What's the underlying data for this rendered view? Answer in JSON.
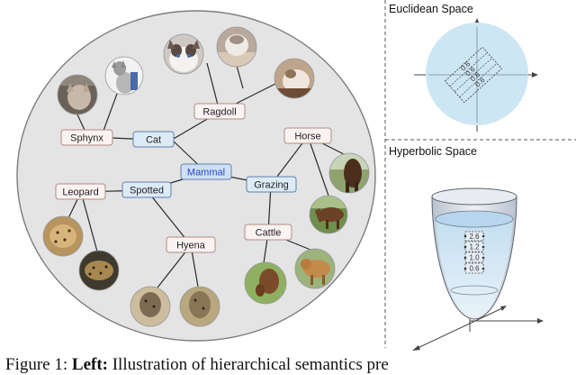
{
  "hierarchy": {
    "root": "Mammal",
    "nodes": {
      "cat": "Cat",
      "ragdoll": "Ragdoll",
      "sphynx": "Sphynx",
      "spotted": "Spotted",
      "leopard": "Leopard",
      "hyena": "Hyena",
      "grazing": "Grazing",
      "horse": "Horse",
      "cattle": "Cattle"
    }
  },
  "euclidean": {
    "title": "Euclidean Space",
    "ticks": [
      "0.6",
      "0.6",
      "0.6",
      "0.6"
    ]
  },
  "hyperbolic": {
    "title": "Hyperbolic Space",
    "ticks": [
      "2.6",
      "1.2",
      "1.0",
      "0.6"
    ]
  },
  "caption": {
    "prefix": "Figure 1: ",
    "bold": "Left:",
    "text": " Illustration of hierarchical semantics pre"
  },
  "colors": {
    "root_fill": "#cfe0f5",
    "root_text": "#2b45c8",
    "group_fill": "#ddebf7",
    "leaf_fill": "#fbf3f1",
    "leaf_stroke": "#b08a84",
    "circle_fill": "#e4e4e4",
    "euclid_disk": "#cde6f4"
  }
}
